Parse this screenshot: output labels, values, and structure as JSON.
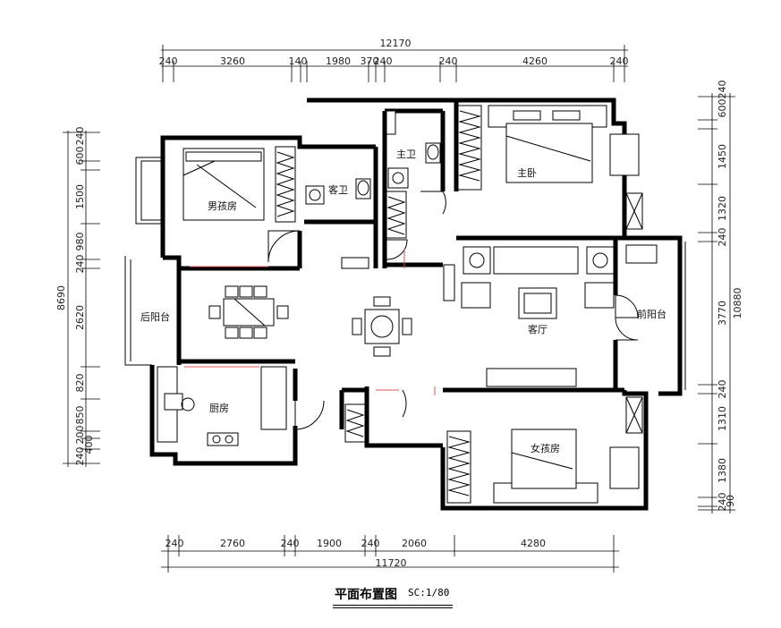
{
  "dimensions": {
    "top_total": "12170",
    "top": [
      "240",
      "3260",
      "140",
      "1980",
      "370",
      "240",
      "240",
      "4260",
      "240"
    ],
    "bottom": [
      "240",
      "2760",
      "240",
      "1900",
      "240",
      "2060",
      "4280"
    ],
    "bottom_total": "11720",
    "left_total": "8690",
    "left": [
      "600",
      "240",
      "1500",
      "980",
      "240",
      "2620",
      "820",
      "850",
      "200",
      "240",
      "400"
    ],
    "right_total": "10880",
    "right": [
      "600",
      "240",
      "1450",
      "1320",
      "240",
      "3770",
      "240",
      "1310",
      "1380",
      "240",
      "90"
    ]
  },
  "rooms": {
    "boys_room": "男孩房",
    "guest_bath": "客卫",
    "master_bath": "主卫",
    "master_bedroom": "主卧",
    "rear_balcony": "后阳台",
    "living_room": "客厅",
    "front_balcony": "前阳台",
    "kitchen": "厨房",
    "girls_room": "女孩房"
  },
  "title_block": {
    "title": "平面布置图",
    "scale": "SC:1/80"
  }
}
